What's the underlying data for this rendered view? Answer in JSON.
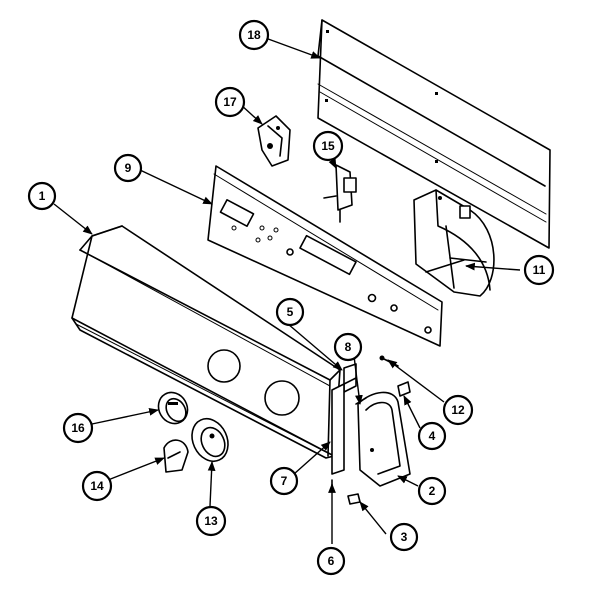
{
  "callouts": [
    "1",
    "2",
    "3",
    "4",
    "5",
    "6",
    "7",
    "8",
    "9",
    "11",
    "12",
    "13",
    "14",
    "15",
    "16",
    "17",
    "18"
  ]
}
